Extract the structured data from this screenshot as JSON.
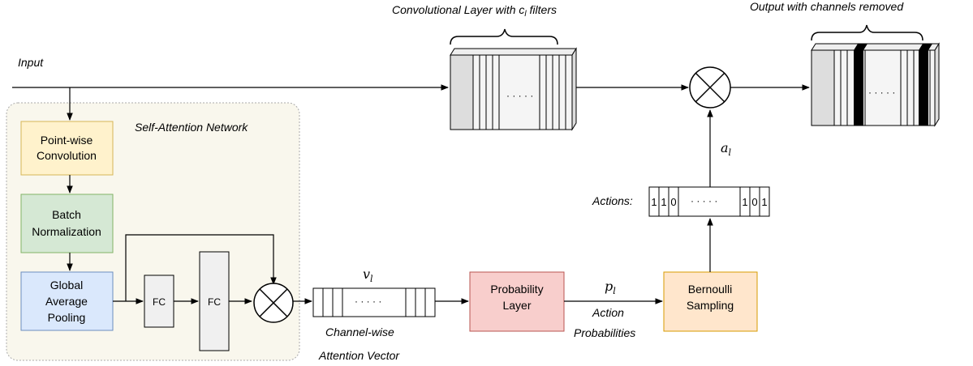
{
  "labels": {
    "input": "Input",
    "conv_layer": "Convolutional Layer with c",
    "conv_layer_sub": "l",
    "conv_layer_tail": " filters",
    "output": "Output with channels removed",
    "san": "Self-Attention Network",
    "pointwise_1": "Point-wise",
    "pointwise_2": "Convolution",
    "batch_1": "Batch",
    "batch_2": "Normalization",
    "gap_1": "Global",
    "gap_2": "Average",
    "gap_3": "Pooling",
    "fc1": "FC",
    "fc2": "FC",
    "v_l": "v",
    "v_l_sub": "l",
    "cwav_1": "Channel-wise",
    "cwav_2": "Attention Vector",
    "prob_1": "Probability",
    "prob_2": "Layer",
    "p_l": "p",
    "p_l_sub": "l",
    "action_1": "Action",
    "action_2": "Probabilities",
    "bern_1": "Bernoulli",
    "bern_2": "Sampling",
    "actions": "Actions:",
    "actions_left": [
      "1",
      "1",
      "0"
    ],
    "actions_right": [
      "1",
      "0",
      "1"
    ],
    "a_l": "a",
    "a_l_sub": "l",
    "dots": "· · · · ·"
  },
  "colors": {
    "pointwise_fill": "#fff2cc",
    "pointwise_stroke": "#d6b656",
    "batch_fill": "#d5e8d4",
    "batch_stroke": "#82b366",
    "gap_fill": "#dae8fc",
    "gap_stroke": "#6c8ebf",
    "prob_fill": "#f8cecc",
    "prob_stroke": "#b85450",
    "bern_fill": "#ffe6cc",
    "bern_stroke": "#d79b00",
    "san_fill": "#f9f7ed",
    "fc_fill": "#f0f0f0"
  }
}
